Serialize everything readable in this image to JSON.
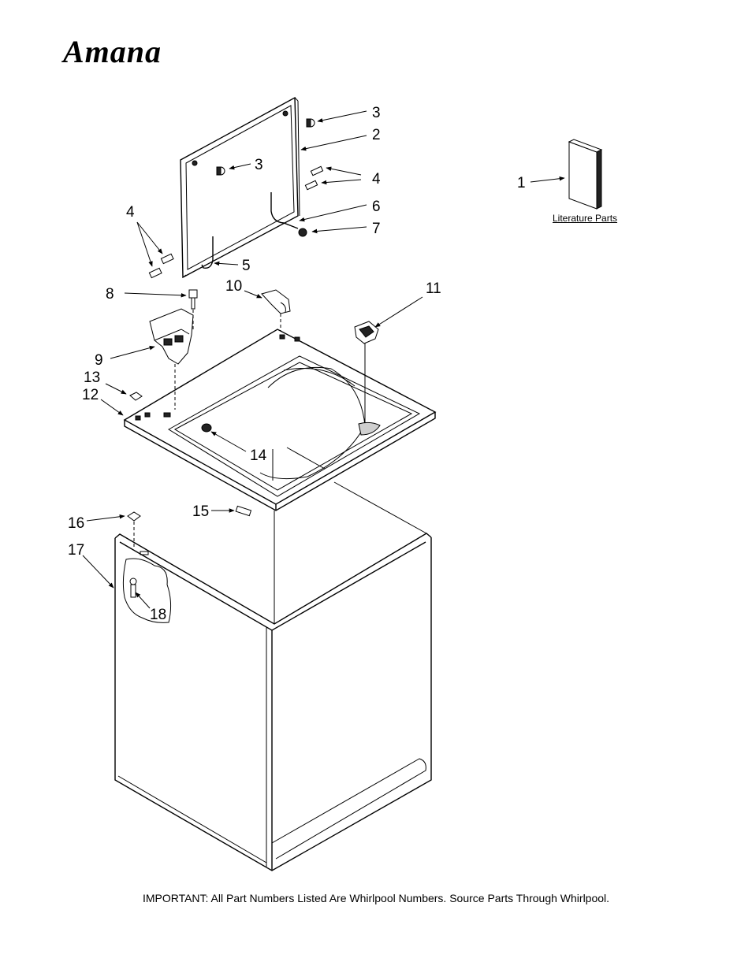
{
  "brand": {
    "logo_text": "Amana"
  },
  "literature": {
    "label": "Literature Parts"
  },
  "footer": {
    "note": "IMPORTANT: All Part Numbers Listed Are Whirlpool Numbers. Source Parts Through Whirlpool."
  },
  "callouts": [
    "1",
    "2",
    "3",
    "3",
    "4",
    "4",
    "5",
    "6",
    "7",
    "8",
    "9",
    "10",
    "11",
    "12",
    "13",
    "14",
    "15",
    "16",
    "17",
    "18"
  ]
}
